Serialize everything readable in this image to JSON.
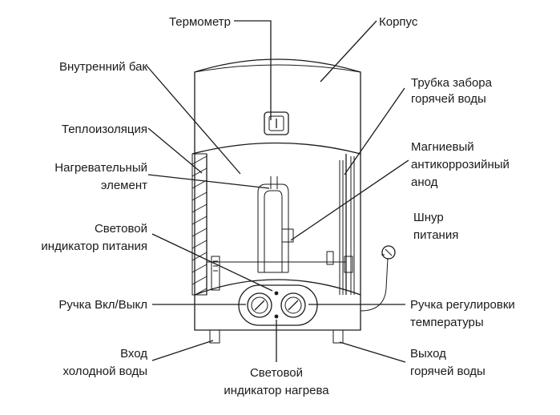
{
  "labels": {
    "thermometer": "Термометр",
    "body": "Корпус",
    "inner_tank": "Внутренний бак",
    "hot_pipe_1": "Трубка забора",
    "hot_pipe_2": "горячей воды",
    "insulation": "Теплоизоляция",
    "magnesium_1": "Магниевый",
    "magnesium_2": "антикоррозийный",
    "magnesium_3": "анод",
    "heater_1": "Нагревательный",
    "heater_2": "элемент",
    "power_cord_1": "Шнур",
    "power_cord_2": "питания",
    "power_ind_1": "Световой",
    "power_ind_2": "индикатор питания",
    "on_off": "Ручка Вкл/Выкл",
    "temp_knob_1": "Ручка регулировки",
    "temp_knob_2": "температуры",
    "cold_in_1": "Вход",
    "cold_in_2": "холодной воды",
    "heat_ind_1": "Световой",
    "heat_ind_2": "индикатор нагрева",
    "hot_out_1": "Выход",
    "hot_out_2": "горячей воды"
  }
}
